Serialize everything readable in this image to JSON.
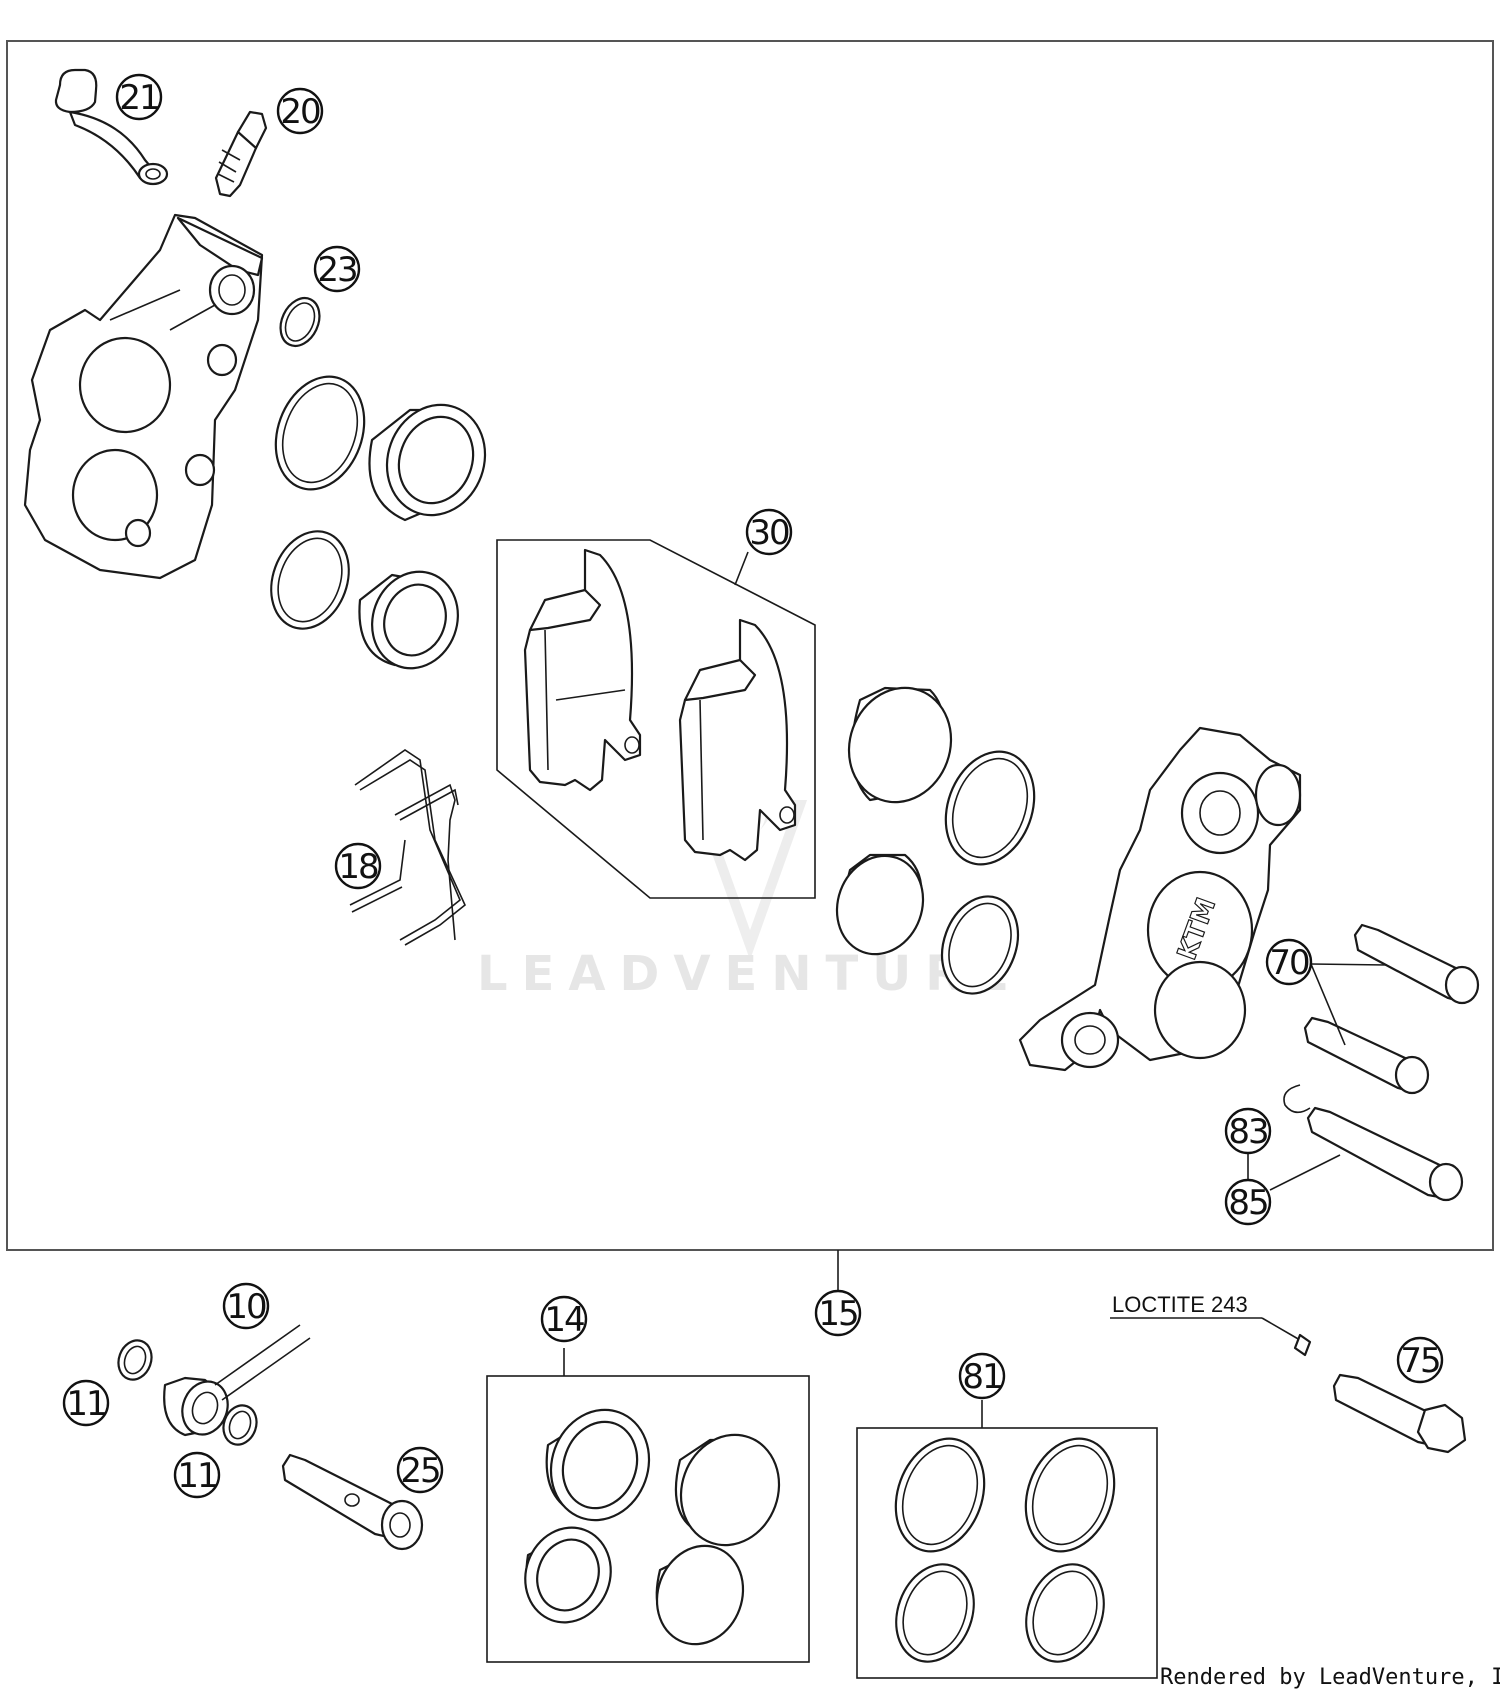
{
  "callouts": {
    "c21": "21",
    "c20": "20",
    "c23": "23",
    "c30": "30",
    "c18": "18",
    "c70": "70",
    "c83": "83",
    "c85": "85",
    "c10": "10",
    "c11a": "11",
    "c11b": "11",
    "c25": "25",
    "c14": "14",
    "c15": "15",
    "c81": "81",
    "c75": "75"
  },
  "notes": {
    "loctite": "LOCTITE 243"
  },
  "watermark": {
    "text": "LEADVENTURE"
  },
  "footer": {
    "rendered_by": "Rendered by LeadVenture, Inc."
  }
}
